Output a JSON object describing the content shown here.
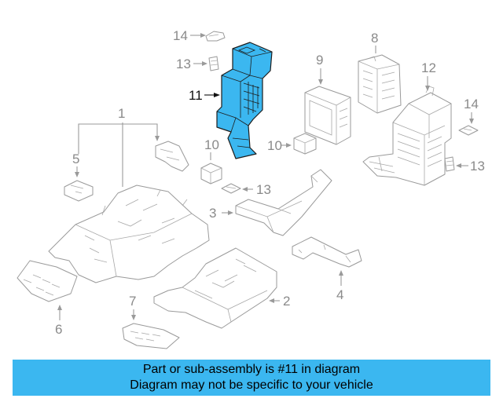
{
  "callouts": {
    "c1": "1",
    "c2": "2",
    "c3": "3",
    "c4": "4",
    "c5": "5",
    "c6": "6",
    "c7": "7",
    "c8": "8",
    "c9": "9",
    "c10a": "10",
    "c10b": "10",
    "c11": "11",
    "c12": "12",
    "c13a": "13",
    "c13b": "13",
    "c13c": "13",
    "c14a": "14",
    "c14b": "14"
  },
  "highlighted_part": "11",
  "banner": {
    "line1": "Part or sub-assembly is #11 in diagram",
    "line2": "Diagram may not be specific to your vehicle"
  },
  "colors": {
    "highlight": "#3bb7f0",
    "line": "#9a9a9a",
    "text": "#8a8a8a"
  }
}
